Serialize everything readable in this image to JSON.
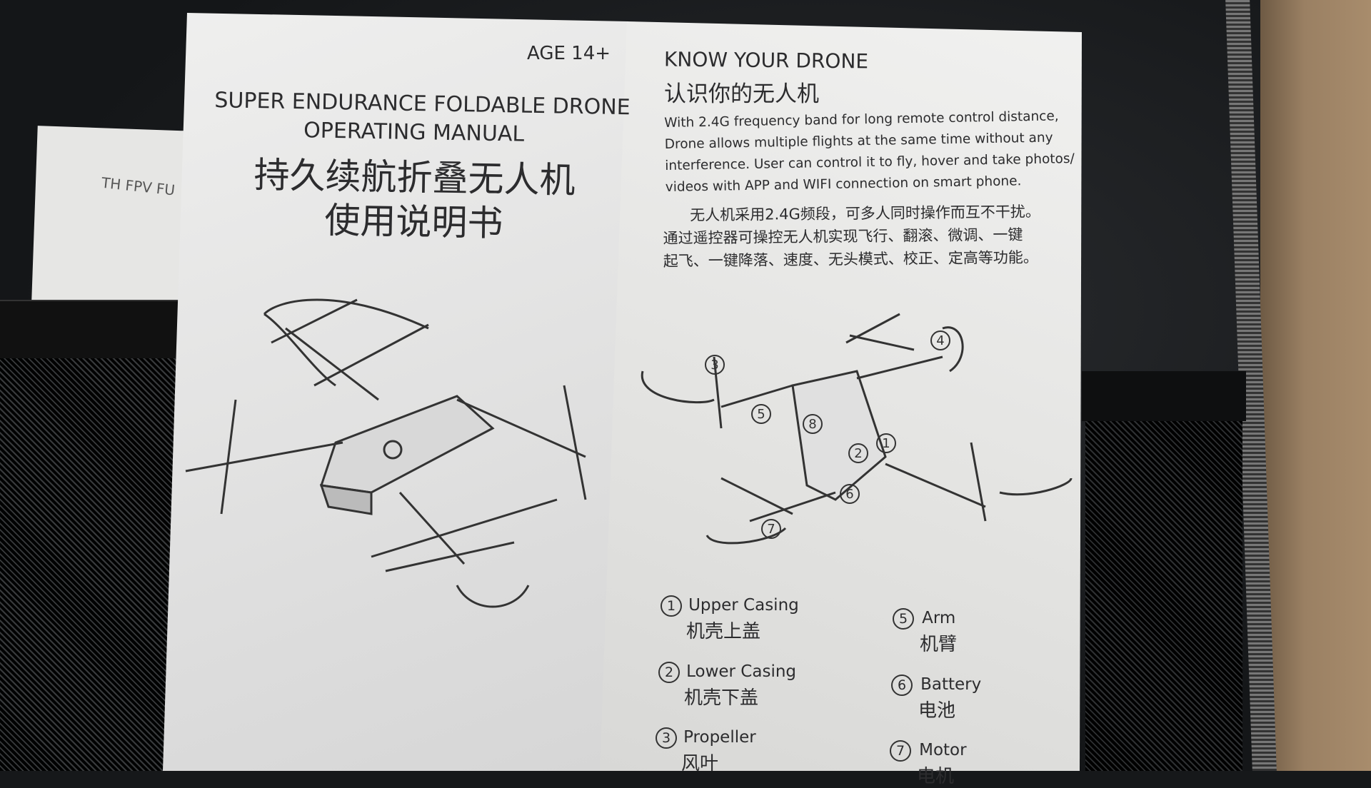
{
  "side_sheet": {
    "text": "TH FPV FU"
  },
  "left_page": {
    "age": "AGE  14+",
    "title_en_line1": "SUPER ENDURANCE FOLDABLE DRONE",
    "title_en_line2": "OPERATING MANUAL",
    "title_zh_line1": "持久续航折叠无人机",
    "title_zh_line2": "使用说明书"
  },
  "right_page": {
    "heading_en": "KNOW YOUR DRONE",
    "heading_zh": "认识你的无人机",
    "paragraph_en": [
      "With 2.4G frequency band for long remote control distance,",
      "Drone  allows multiple flights at the same  time without any",
      "interference. User can control it to fly, hover and take photos/",
      "videos with APP and WIFI connection on smart phone."
    ],
    "paragraph_zh": [
      "无人机采用2.4G频段，可多人同时操作而互不干扰。",
      "通过遥控器可操控无人机实现飞行、翻滚、微调、一键",
      "起飞、一键降落、速度、无头模式、校正、定高等功能。"
    ],
    "callouts": [
      "1",
      "2",
      "3",
      "4",
      "5",
      "6",
      "7",
      "8"
    ],
    "parts": [
      {
        "num": "1",
        "en": "Upper Casing",
        "zh": "机壳上盖"
      },
      {
        "num": "2",
        "en": "Lower Casing",
        "zh": "机壳下盖"
      },
      {
        "num": "3",
        "en": "Propeller",
        "zh": "风叶"
      },
      {
        "num": "5",
        "en": "Arm",
        "zh": "机臂"
      },
      {
        "num": "6",
        "en": "Battery",
        "zh": "电池"
      },
      {
        "num": "7",
        "en": "Motor",
        "zh": "电机"
      }
    ]
  },
  "colors": {
    "paper": "#ececea",
    "ink": "#2c2c2e",
    "bag": "#16181a",
    "cardboard": "#9a8063"
  }
}
